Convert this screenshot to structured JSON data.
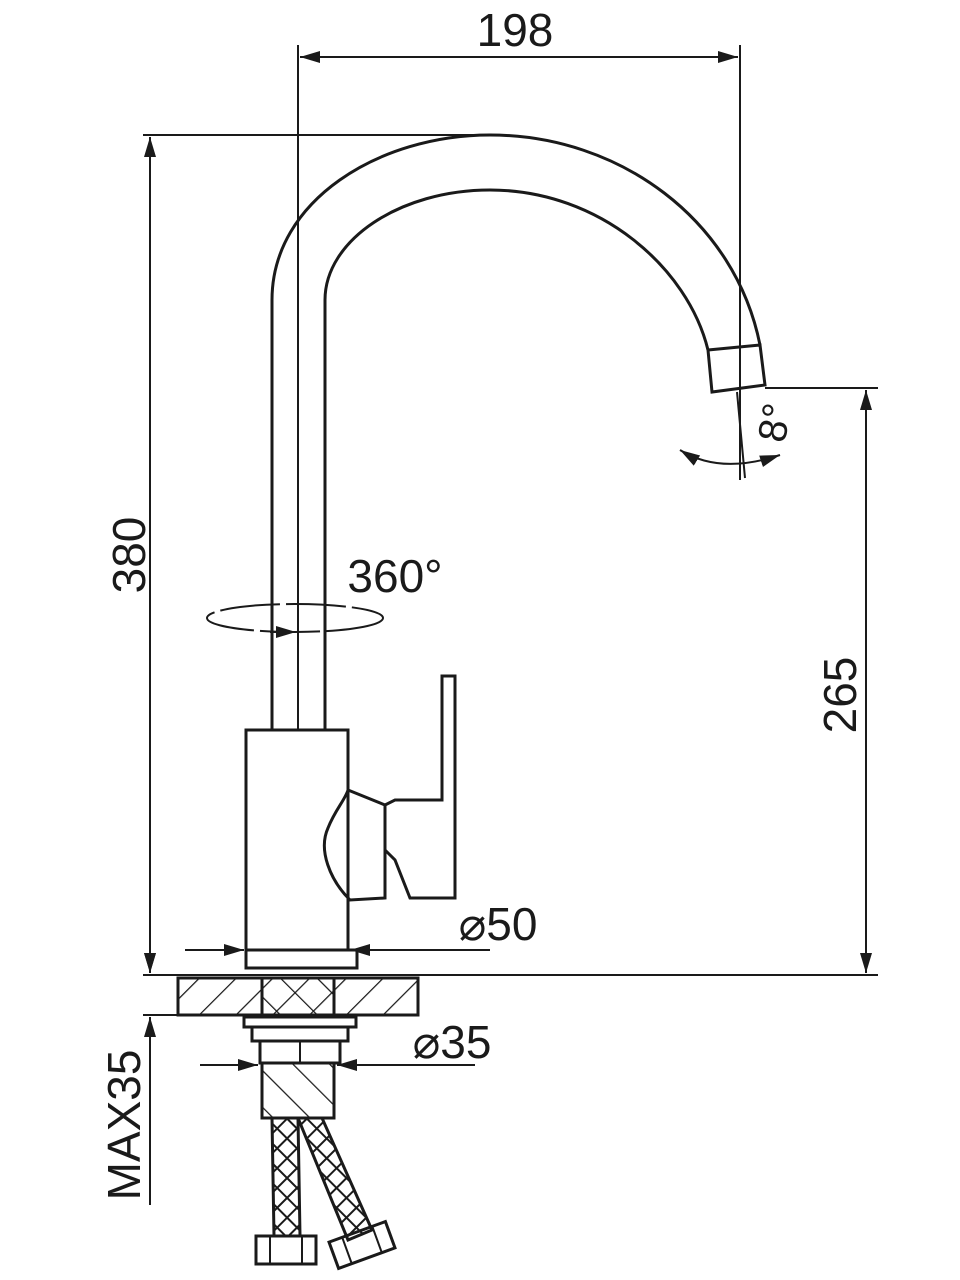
{
  "dimensions": {
    "spout_reach": "198",
    "total_height": "380",
    "spout_height": "265",
    "rotation": "360°",
    "aerator_angle": "8°",
    "body_diameter": "⌀50",
    "shank_diameter": "⌀35",
    "max_counter_thickness": "MAX35"
  }
}
